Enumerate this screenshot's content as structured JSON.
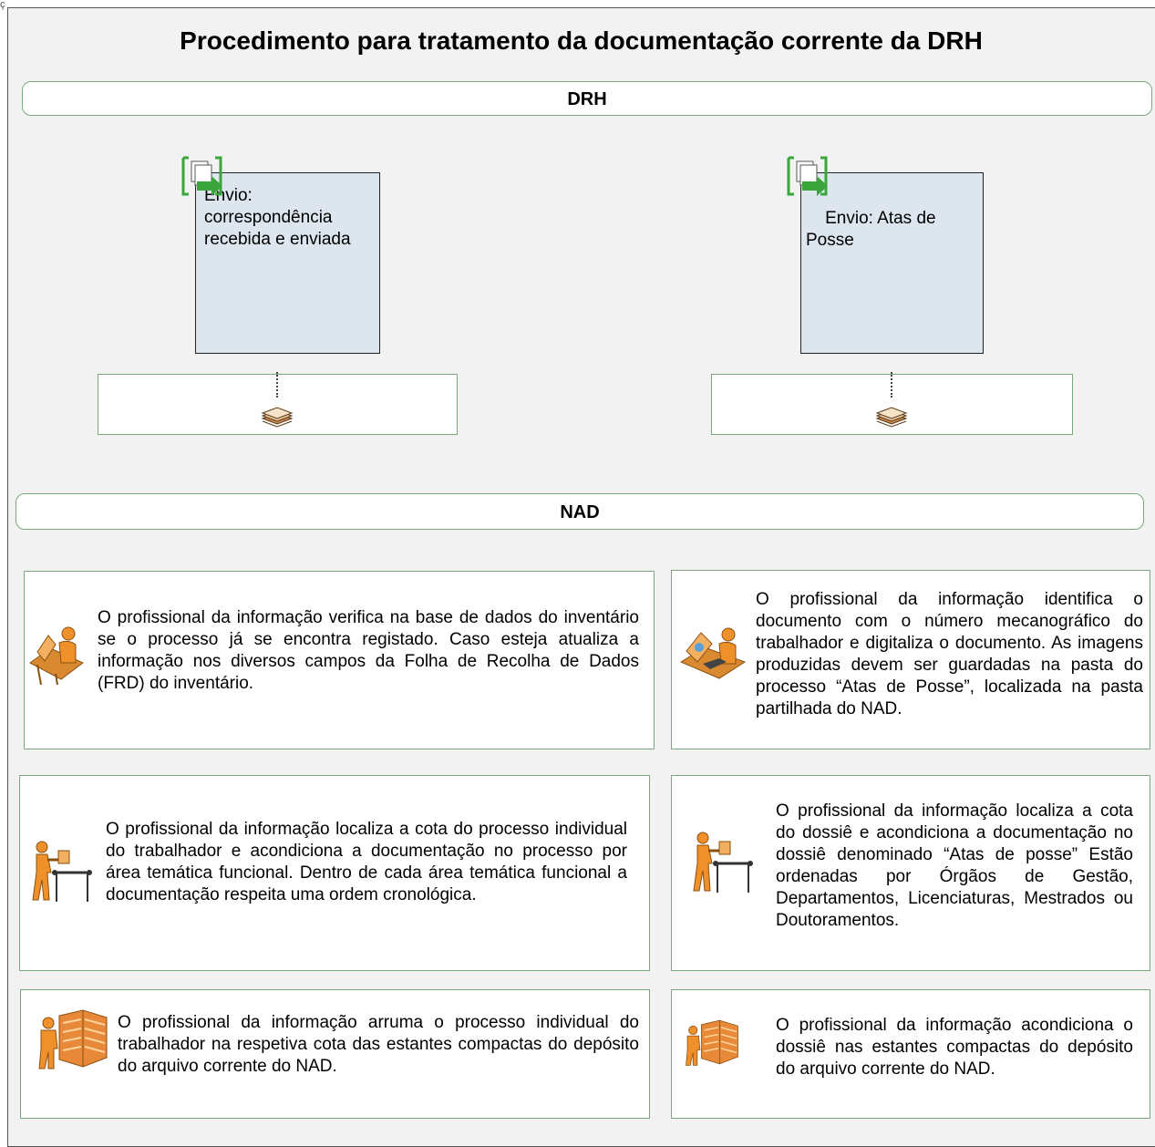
{
  "corner_mark": "ç",
  "title": "Procedimento para tratamento da documentação corrente da DRH",
  "lanes": {
    "drh": "DRH",
    "nad": "NAD"
  },
  "documents": {
    "left": "Envio: correspondência recebida e enviada",
    "right": "Envio:  Atas de Posse"
  },
  "steps": [
    "O profissional da informação  verifica na base de dados do inventário se o processo já se encontra registado. Caso esteja atualiza  a informação nos diversos campos da Folha de Recolha de Dados (FRD) do inventário.",
    "O profissional da informação identifica o documento com o número mecanográfico do trabalhador e digitaliza o documento. As imagens produzidas devem ser guardadas na pasta do processo “Atas de Posse”, localizada na pasta partilhada do NAD.",
    "O profissional da informação localiza a cota do processo individual do trabalhador e  acondiciona a documentação no processo por área temática funcional. Dentro de cada área temática funcional a documentação respeita uma ordem cronológica.",
    "O profissional da informação localiza a cota do dossiê e acondiciona a documentação  no dossiê denominado “Atas de posse”  Estão ordenadas por Órgãos de Gestão, Departamentos, Licenciaturas, Mestrados ou Doutoramentos.",
    "O profissional da informação  arruma o processo individual do trabalhador na respetiva cota das estantes compactas do depósito do arquivo corrente do NAD.",
    "O profissional da informação acondiciona o dossiê nas estantes compactas do depósito do arquivo corrente do NAD."
  ],
  "icons": {
    "send": "document-send-icon",
    "stack": "document-stack-icon",
    "computer": "computer-worker-icon",
    "scanner": "scanner-worker-icon",
    "filing": "filing-worker-icon",
    "shelving": "shelving-worker-icon"
  },
  "colors": {
    "accent_green": "#3aa53a",
    "worker_orange": "#f0902a",
    "doc_fill": "#dde5ee",
    "lane_border": "#7aa87a"
  }
}
